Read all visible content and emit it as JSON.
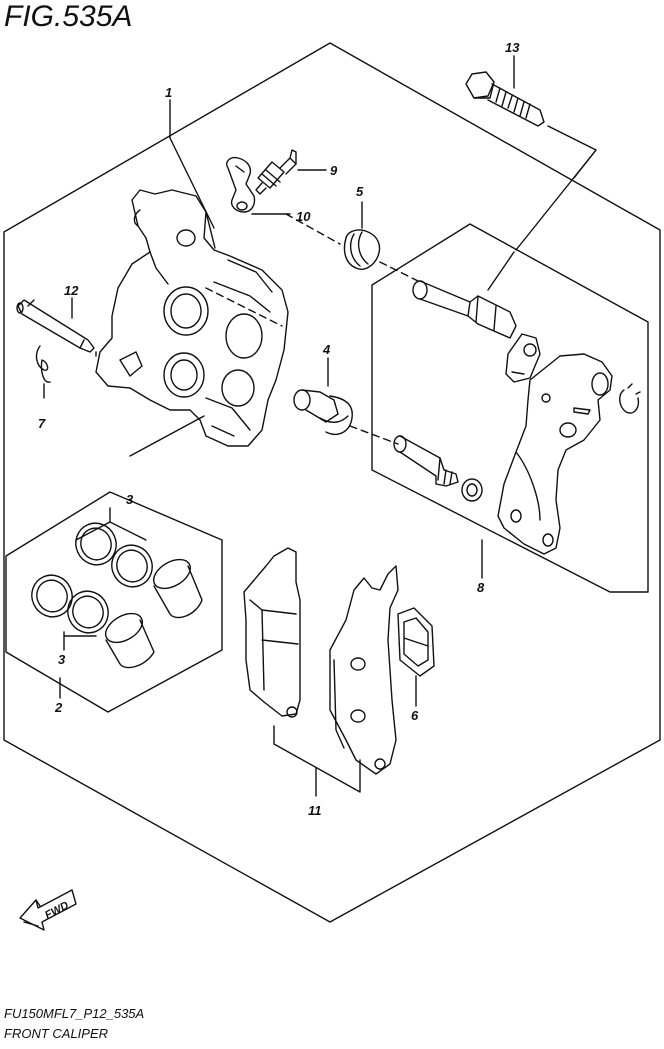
{
  "figure": {
    "title": "FIG.535A",
    "code": "FU150MFL7_P12_535A",
    "caption": "FRONT CALIPER",
    "direction_label": "FWD"
  },
  "callouts": [
    {
      "id": "callout-1",
      "label": "1"
    },
    {
      "id": "callout-2",
      "label": "2"
    },
    {
      "id": "callout-3-top",
      "label": "3"
    },
    {
      "id": "callout-3-bottom",
      "label": "3"
    },
    {
      "id": "callout-4",
      "label": "4"
    },
    {
      "id": "callout-5",
      "label": "5"
    },
    {
      "id": "callout-6",
      "label": "6"
    },
    {
      "id": "callout-7",
      "label": "7"
    },
    {
      "id": "callout-8",
      "label": "8"
    },
    {
      "id": "callout-9",
      "label": "9"
    },
    {
      "id": "callout-10",
      "label": "10"
    },
    {
      "id": "callout-11",
      "label": "11"
    },
    {
      "id": "callout-12",
      "label": "12"
    },
    {
      "id": "callout-13",
      "label": "13"
    }
  ]
}
